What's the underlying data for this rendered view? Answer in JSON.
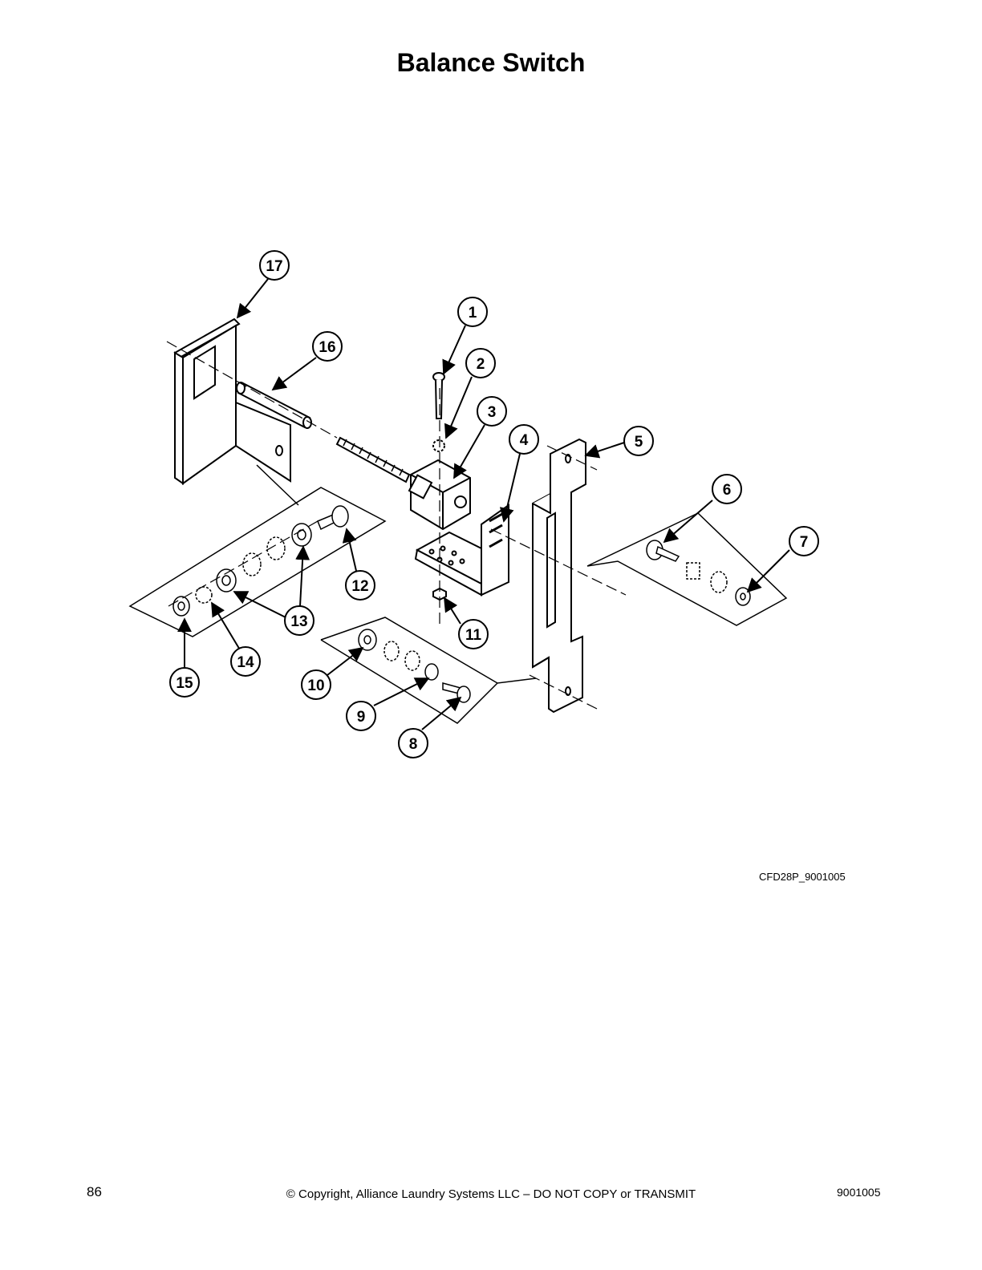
{
  "page": {
    "title": "Balance Switch",
    "figure_id": "CFD28P_9001005",
    "page_number": "86",
    "copyright": "© Copyright, Alliance Laundry Systems LLC – DO NOT COPY or TRANSMIT",
    "doc_number": "9001005"
  },
  "callouts": [
    "1",
    "2",
    "3",
    "4",
    "5",
    "6",
    "7",
    "8",
    "9",
    "10",
    "11",
    "12",
    "13",
    "14",
    "15",
    "16",
    "17"
  ]
}
